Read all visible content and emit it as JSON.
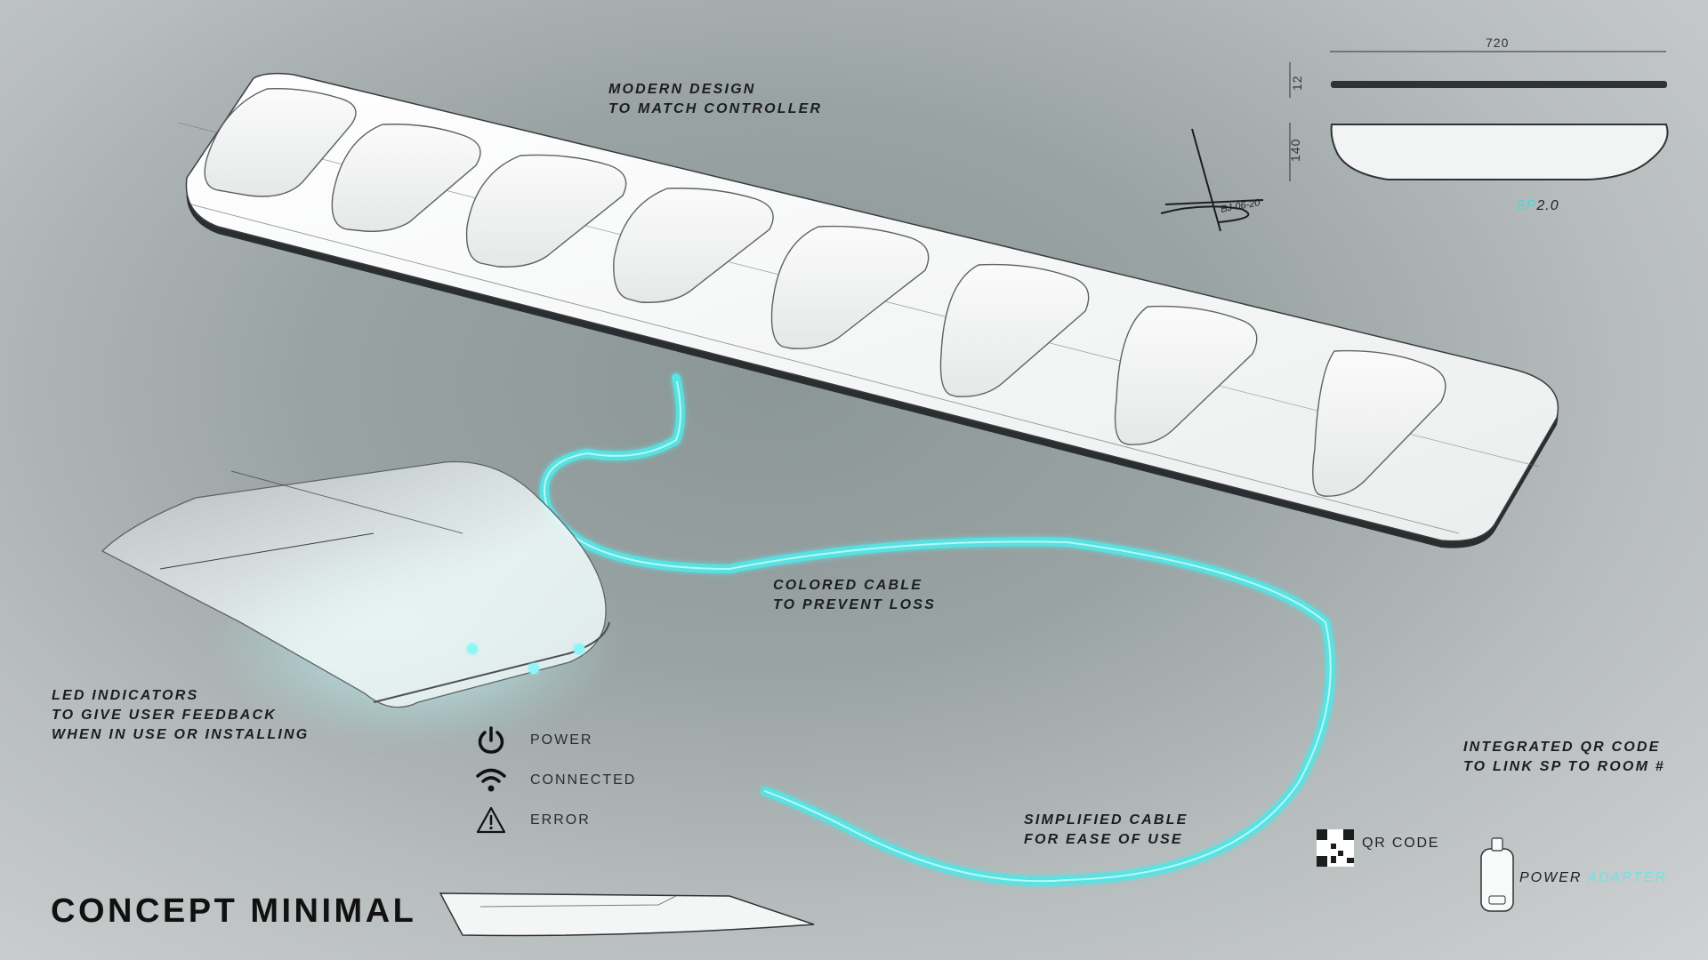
{
  "title": "CONCEPT MINIMAL",
  "callouts": {
    "modern_design": [
      "MODERN DESIGN",
      "TO MATCH CONTROLLER"
    ],
    "colored_cable": [
      "COLORED CABLE",
      "TO PREVENT LOSS"
    ],
    "led_indicators": [
      "LED INDICATORS",
      "TO GIVE USER FEEDBACK",
      "WHEN IN USE OR INSTALLING"
    ],
    "simplified_cable": [
      "SIMPLIFIED CABLE",
      "FOR EASE OF USE"
    ],
    "qr_integrated": [
      "INTEGRATED QR CODE",
      "TO LINK SP TO ROOM #"
    ]
  },
  "legend": [
    {
      "icon": "power-icon",
      "label": "POWER"
    },
    {
      "icon": "wifi-icon",
      "label": "CONNECTED"
    },
    {
      "icon": "warning-icon",
      "label": "ERROR"
    }
  ],
  "dimensions": {
    "width": "720",
    "thickness": "12",
    "depth": "140"
  },
  "model_label": {
    "prefix": "SP",
    "version": "2.0"
  },
  "qr_label": "QR CODE",
  "power_adapter": {
    "word1": "POWER",
    "word2": "ADAPTER"
  },
  "signature": "BJ-06-20",
  "colors": {
    "accent": "#4fe0e0",
    "ink": "#1b1d1e",
    "panel": "#f4f5f5"
  }
}
